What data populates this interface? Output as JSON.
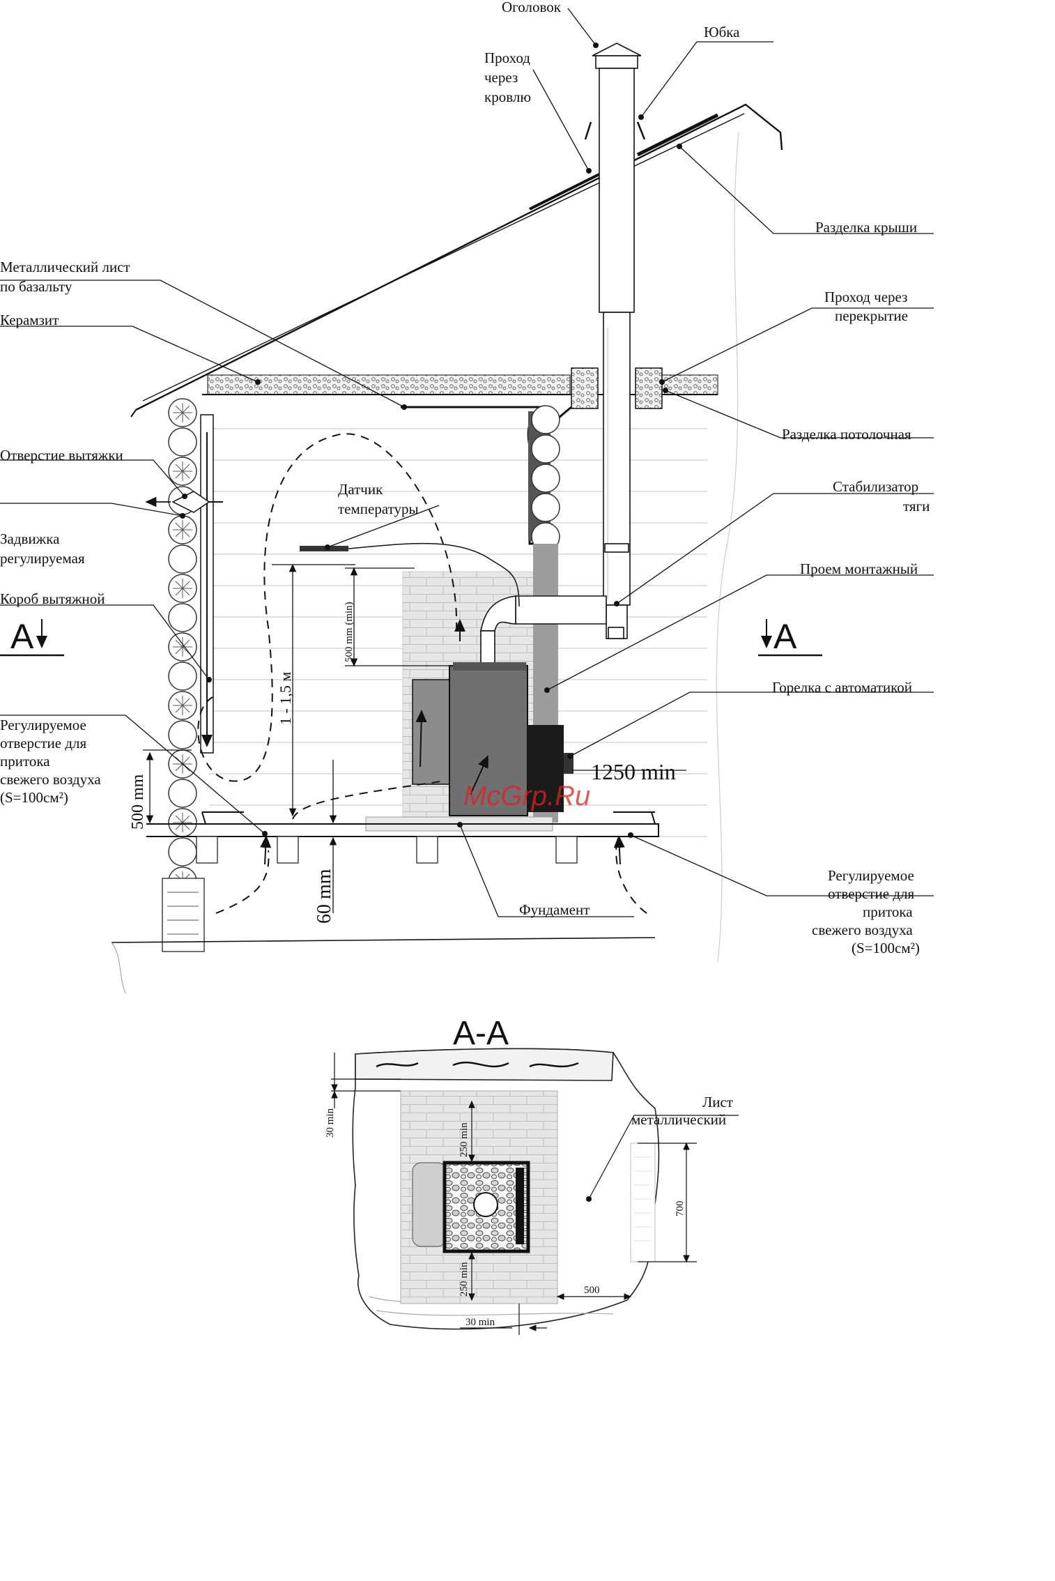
{
  "labels": {
    "ogolovok": "Оголовок",
    "yubka": "Юбка",
    "roof_pass": [
      "Проход",
      "через",
      "кровлю"
    ],
    "roof_cut": "Разделка крыши",
    "metal_sheet": [
      "Металлический лист",
      "по базальту"
    ],
    "keramzit": "Керамзит",
    "ceiling_pass": [
      "Проход через",
      "перекрытие"
    ],
    "ceiling_cut": "Разделка потолочная",
    "exhaust_hole": "Отверстие вытяжки",
    "damper": [
      "Задвижка",
      "регулируемая"
    ],
    "temp_sensor": [
      "Датчик",
      "температуры"
    ],
    "draft_stabilizer": [
      "Стабилизатор",
      "тяги"
    ],
    "mount_opening": "Проем монтажный",
    "exhaust_box": "Короб вытяжной",
    "burner": "Горелка с автоматикой",
    "inlet_left": [
      "Регулируемое",
      "отверстие для",
      "притока",
      "свежего воздуха",
      "(S=100см²)"
    ],
    "inlet_right": [
      "Регулируемое",
      "отверстие для",
      "притока",
      "свежего воздуха",
      "(S=100см²)"
    ],
    "foundation": "Фундамент",
    "metal_sheet_plan": [
      "Лист",
      "металлический"
    ],
    "watermark": "McGrp.Ru"
  },
  "sections": {
    "left_marker": "A",
    "right_marker": "A",
    "plan_title": "A-A"
  },
  "dimensions": {
    "sensor_height": "1 - 1,5 м",
    "sensor_gap": "500 mm (min)",
    "clearance_front": "1250 min",
    "inlet_height": "500 mm",
    "floor_gap": "60 mm",
    "plan_wall_gap_top": "30 min",
    "plan_side_top": "250 min",
    "plan_side_bottom": "250 min",
    "plan_height": "700",
    "plan_width": "500",
    "plan_wall_gap_bottom": "30 min"
  }
}
